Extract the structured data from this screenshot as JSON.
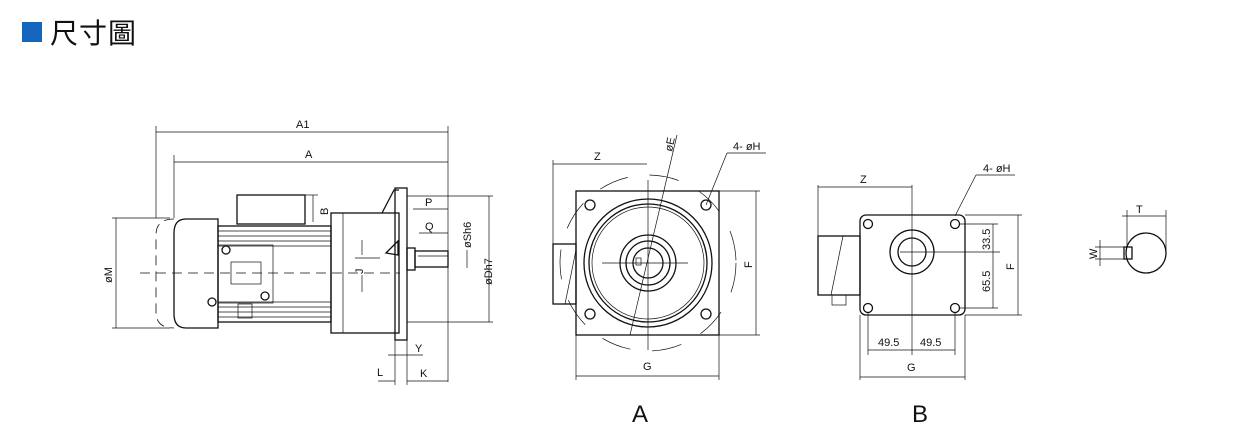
{
  "header": {
    "title": "尺寸圖",
    "accent_color": "#1565c0"
  },
  "side_view": {
    "labels": {
      "a1": "A1",
      "a": "A",
      "b": "B",
      "p": "P",
      "q": "Q",
      "s": "øSh6",
      "d": "øDh7",
      "j": "J",
      "m": "øM",
      "y": "Y",
      "l": "L",
      "k": "K"
    }
  },
  "view_a": {
    "caption": "A",
    "labels": {
      "z": "Z",
      "e": "øE",
      "h": "4- øH",
      "f": "F",
      "g": "G"
    }
  },
  "view_b": {
    "caption": "B",
    "labels": {
      "z": "Z",
      "h": "4- øH",
      "f": "F",
      "g": "G",
      "x1": "49.5",
      "x2": "49.5",
      "y1": "33.5",
      "y2": "65.5"
    }
  },
  "shaft_view": {
    "labels": {
      "t": "T",
      "w": "W"
    }
  }
}
